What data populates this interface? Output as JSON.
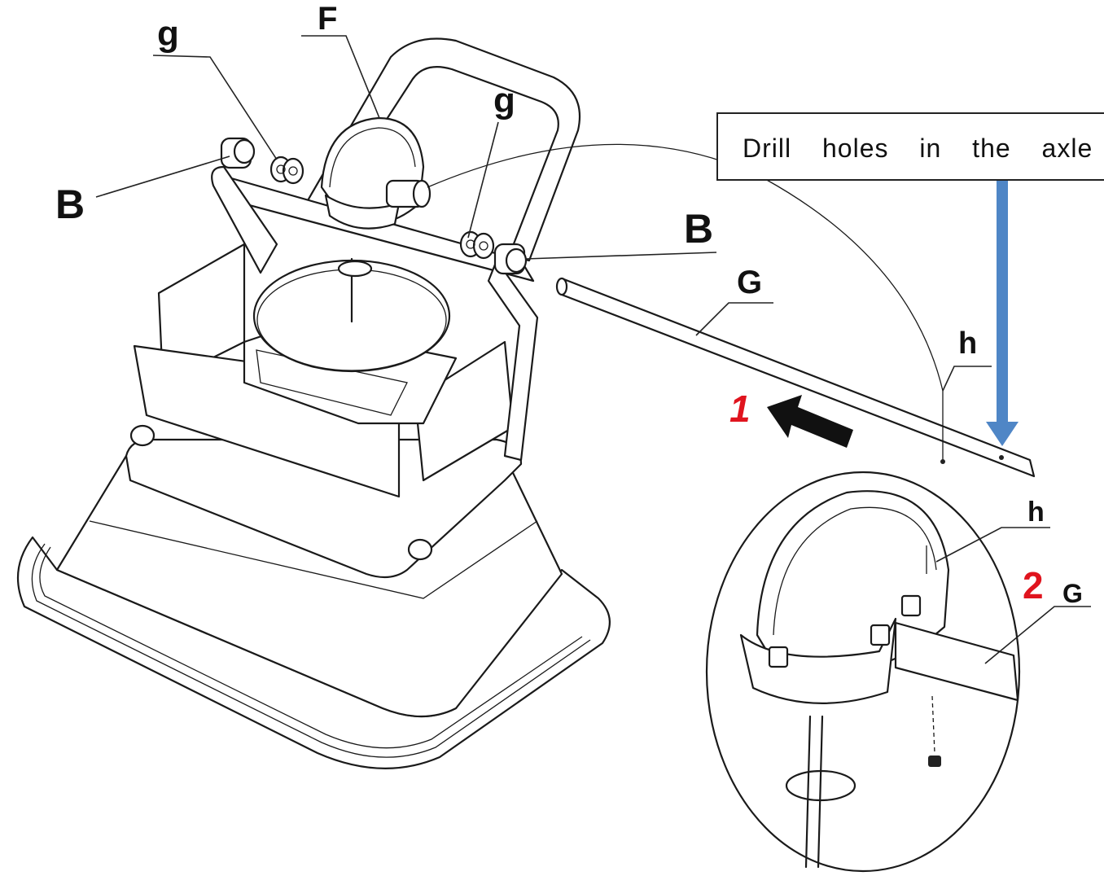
{
  "labels": {
    "g_left": "g",
    "F": "F",
    "g_right": "g",
    "B_left": "B",
    "B_right": "B",
    "G_main": "G",
    "h_main": "h",
    "h_detail": "h",
    "G_detail": "G"
  },
  "steps": {
    "step1": "1",
    "step2": "2"
  },
  "callout": {
    "text": "Drill holes in the axle ("
  },
  "colors": {
    "step_red": "#e0141e",
    "arrow_blue": "#4f86c6",
    "arrow_black": "#111111"
  }
}
